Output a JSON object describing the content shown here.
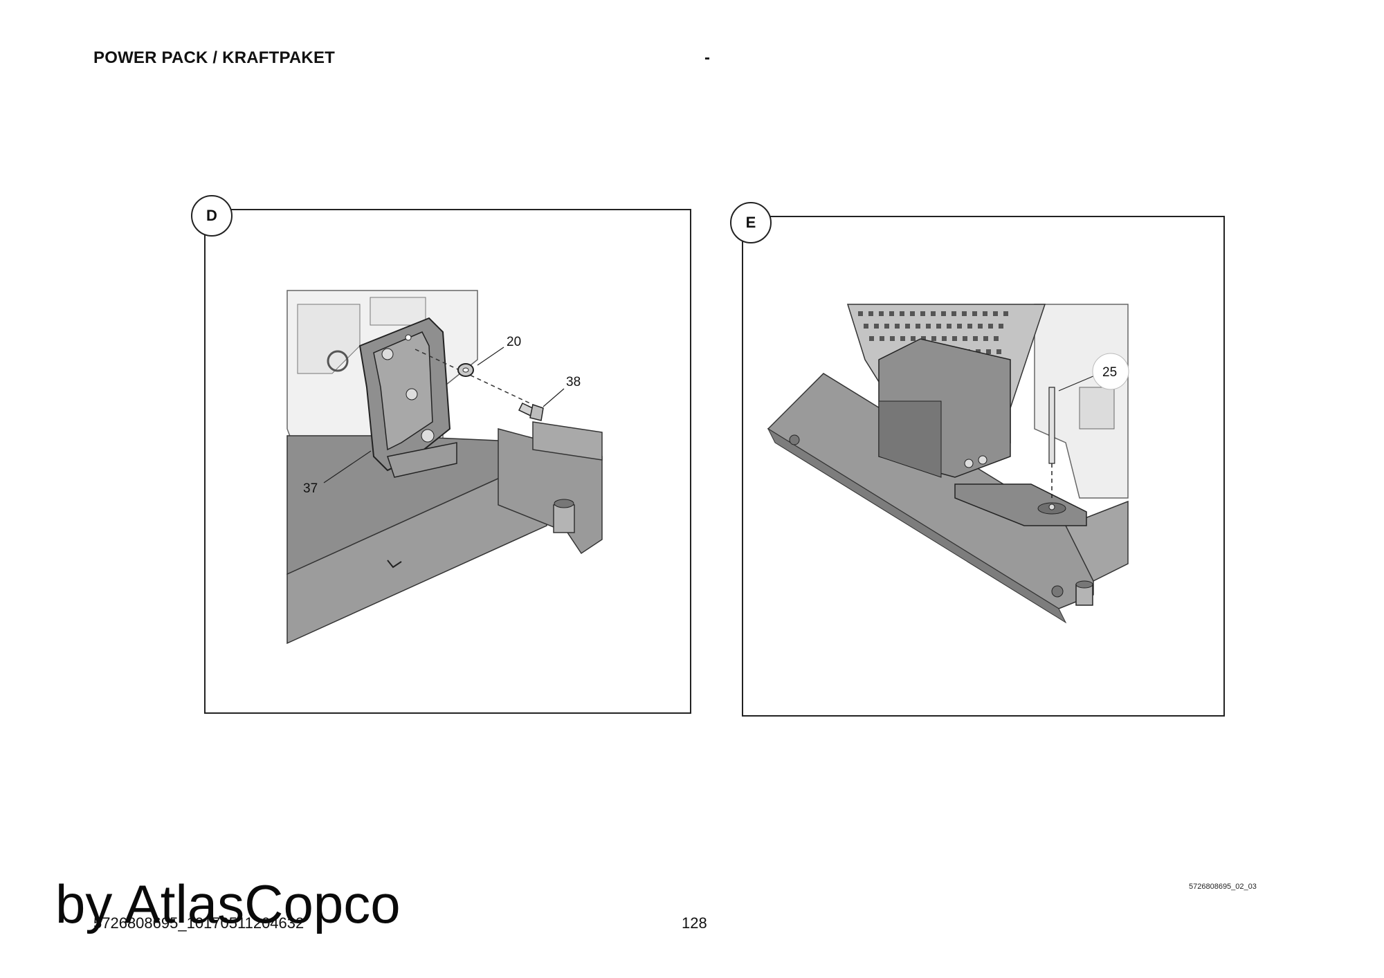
{
  "header": {
    "title": "POWER PACK / KRAFTPAKET",
    "dash": "-"
  },
  "panels": [
    {
      "label": "D",
      "callouts": [
        "20",
        "38",
        "37"
      ]
    },
    {
      "label": "E",
      "callouts": [
        "25"
      ]
    }
  ],
  "footer": {
    "doc_number": "5726808695_02_03",
    "left_text": "5726808695_10170511204632",
    "page_number": "128",
    "watermark": "by AtlasCopco"
  }
}
